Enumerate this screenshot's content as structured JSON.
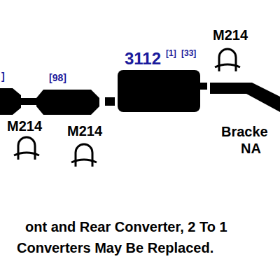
{
  "diagram": {
    "labels": [
      "]",
      "[98]",
      "3112",
      "[1]",
      "[33]",
      "M214",
      "M214",
      "M214",
      "Bracke",
      "NA",
      "ont and Rear Converter, 2 To 1",
      "Converters May Be Replaced."
    ]
  }
}
